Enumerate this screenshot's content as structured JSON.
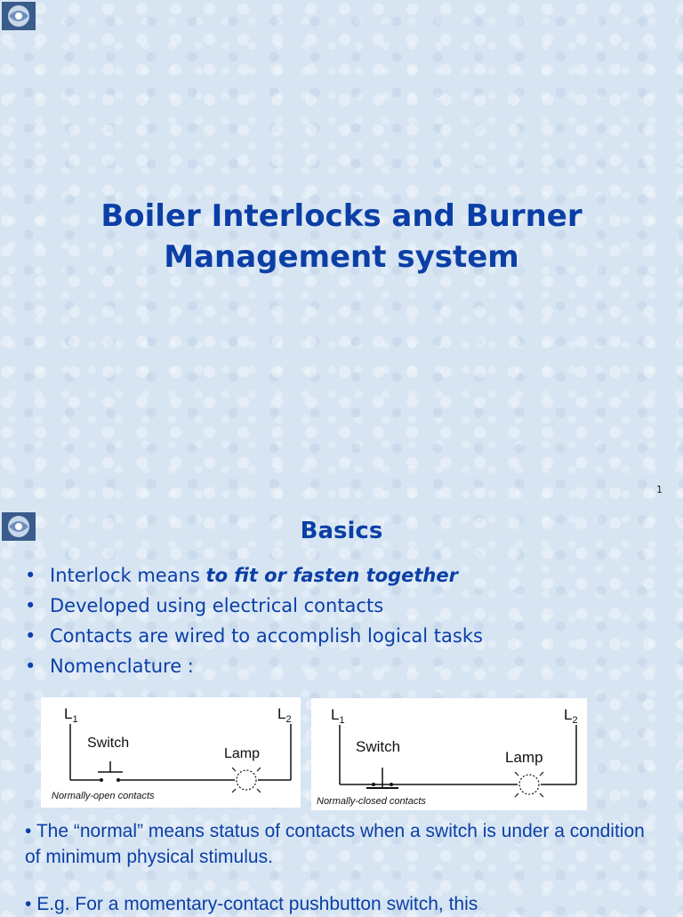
{
  "slide1": {
    "title_line1": "Boiler Interlocks and Burner",
    "title_line2": "Management system",
    "page_number": "1"
  },
  "slide2": {
    "heading": "Basics",
    "bullets": {
      "b1_prefix": "Interlock means ",
      "b1_emphasis": "to fit or fasten together",
      "b2": "Developed using  electrical contacts",
      "b3": "Contacts are wired to accomplish logical tasks",
      "b4": "Nomenclature :"
    },
    "diagram_no": {
      "l1": "L",
      "l1_sub": "1",
      "l2": "L",
      "l2_sub": "2",
      "switch": "Switch",
      "lamp": "Lamp",
      "caption": "Normally-open contacts"
    },
    "diagram_nc": {
      "l1": "L",
      "l1_sub": "1",
      "l2": "L",
      "l2_sub": "2",
      "switch": "Switch",
      "lamp": "Lamp",
      "caption": "Normally-closed contacts"
    },
    "para1_bullet": "•",
    "para1": "The “normal” means status  of contacts when  a switch is under a condition of minimum physical stimulus.",
    "para2_bullet": "•",
    "para2": "E.g. For a momentary-contact pushbutton switch, this"
  },
  "colors": {
    "title_blue": "#0b3fa6",
    "background": "#d7e5f3"
  },
  "icons": {
    "logo": "corporate-logo-icon"
  }
}
